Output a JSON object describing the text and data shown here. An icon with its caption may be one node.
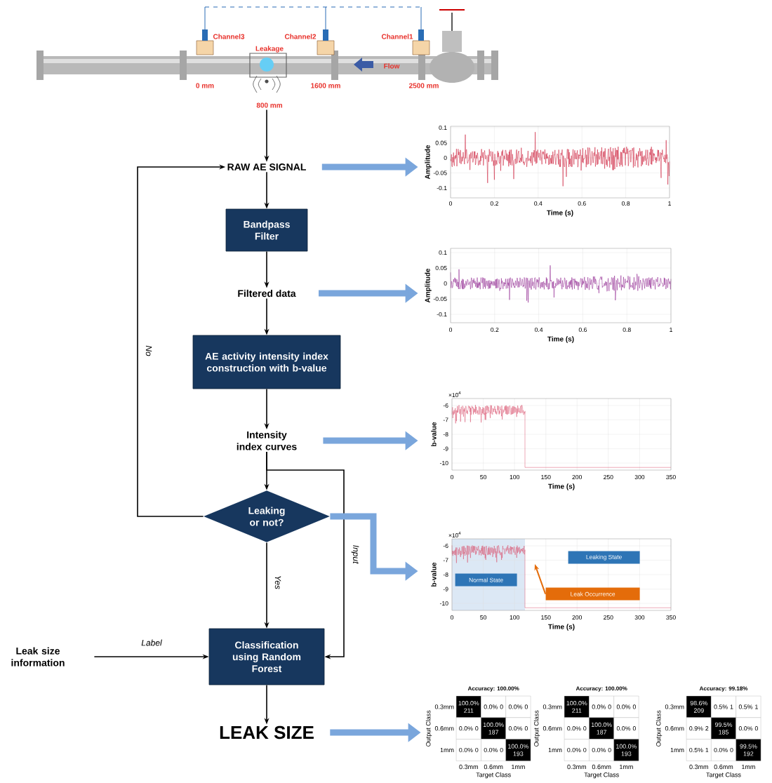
{
  "diagram": {
    "nodes": [
      {
        "text": [],
        "shape": "picture"
      },
      {
        "text": [
          "RAW AE SIGNAL"
        ]
      },
      {
        "text": [
          "Bandpass Filter"
        ]
      },
      {
        "text": [
          "Filtered data"
        ]
      },
      {
        "text": [
          "AE activity intensity index construction with b-value"
        ]
      },
      {
        "text": [
          "Intensity index curves"
        ]
      },
      {
        "text": [
          "Leaking or not?"
        ]
      },
      {
        "text": [
          "Leak size information"
        ]
      },
      {
        "text": [
          "Classification using Random Forest"
        ]
      },
      {
        "text": [
          "LEAK SIZE"
        ]
      },
      {
        "text": [
          "0.1",
          "0.05",
          "0",
          "-0.05",
          "-0.1",
          "0",
          "0.2",
          "0.4",
          "0.6",
          "0.8",
          "1",
          "Amplitude",
          "Time (s)"
        ]
      },
      {
        "text": [
          "0.1",
          "0.05",
          "0",
          "-0.05",
          "-0.1",
          "0",
          "0.2",
          "0.4",
          "0.6",
          "0.8",
          "1",
          "Amplitude",
          "Time (s)"
        ]
      },
      {
        "text": [
          "×10$^{4}$",
          "-6",
          "-7",
          "-8",
          "-9",
          "-10",
          "0",
          "50",
          "100",
          "150",
          "200",
          "250",
          "300",
          "350",
          "b-value",
          "Time (s)"
        ]
      },
      {
        "text": [
          "×10$^{4}$",
          "-6",
          "-7",
          "-8",
          "-9",
          "-10",
          "0",
          "50",
          "100",
          "150",
          "200",
          "250",
          "300",
          "350",
          "b-value",
          "Time (s)"
        ]
      },
      {
        "text": [
          "Normal State"
        ],
        "in": 13
      },
      {
        "text": [
          "Leaking State"
        ],
        "in": 13
      },
      {
        "text": [
          "Leak Occurrence"
        ],
        "in": 13
      },
      {
        "text": [
          "Accuracy: 100.00%",
          "Output Class",
          "0.3mm",
          "100.0% 211",
          "0.0% 0",
          "0.0% 0",
          "0.6mm",
          "0.0% 0",
          "100.0% 187",
          "0.0% 0",
          "1mm",
          "0.0% 0",
          "0.0% 0",
          "100.0% 193",
          "0.3mm",
          "0.6mm",
          "1mm",
          "Target Class"
        ]
      },
      {
        "text": [
          "Accuracy: 100.00%",
          "Output Class",
          "0.3mm",
          "100.0% 211",
          "0.0% 0",
          "0.0% 0",
          "0.6mm",
          "0.0% 0",
          "100.0% 187",
          "0.0% 0",
          "1mm",
          "0.0% 0",
          "0.0% 0",
          "100.0% 193",
          "0.3mm",
          "0.6mm",
          "1mm",
          "Target Class"
        ]
      },
      {
        "text": [
          "Accuracy: 99.18%",
          "Output Class",
          "0.3mm",
          "98.6% 209",
          "0.5% 1",
          "0.5% 1",
          "0.6mm",
          "0.9% 2",
          "99.5% 185",
          "0.0% 0",
          "1mm",
          "0.5% 1",
          "0.0% 0",
          "99.5% 192",
          "0.3mm",
          "0.6mm",
          "1mm",
          "Target Class"
        ]
      }
    ],
    "edges": [
      {
        "from": 0,
        "to": 1,
        "arrow": "to"
      },
      {
        "from": 1,
        "to": 2,
        "arrow": "to"
      },
      {
        "from": 2,
        "to": 3,
        "arrow": "to"
      },
      {
        "from": 3,
        "to": 4,
        "arrow": "to"
      },
      {
        "from": 4,
        "to": 5,
        "arrow": "to"
      },
      {
        "from": 5,
        "to": 6,
        "arrow": "to"
      },
      {
        "from": 6,
        "to": 1,
        "arrow": "to",
        "label": "No"
      },
      {
        "from": 6,
        "to": 8,
        "arrow": "to",
        "label": "Yes"
      },
      {
        "from": 5,
        "to": 8,
        "arrow": "to",
        "label": "Input"
      },
      {
        "from": 7,
        "to": 8,
        "arrow": "to",
        "label": "Label"
      },
      {
        "from": 8,
        "to": 9,
        "arrow": "to"
      },
      {
        "from": 1,
        "to": 10,
        "arrow": "to",
        "style": "thick",
        "color": "#7aa6dc"
      },
      {
        "from": 3,
        "to": 11,
        "arrow": "to",
        "style": "thick",
        "color": "#7aa6dc"
      },
      {
        "from": 5,
        "to": 12,
        "arrow": "to",
        "style": "thick",
        "color": "#7aa6dc"
      },
      {
        "from": 6,
        "to": 13,
        "arrow": "to",
        "style": "thick",
        "color": "#7aa6dc"
      },
      {
        "from": 9,
        "to": 17,
        "arrow": "to",
        "style": "thick",
        "color": "#7aa6dc"
      },
      {
        "from": 16,
        "to": null,
        "arrow": "to",
        "color": "#e46c0a"
      }
    ],
    "labels": [
      "Channel3",
      "Channel2",
      "Channel1",
      "Leakage",
      "Flow",
      "0 mm",
      "1600 mm",
      "2500 mm",
      "800 mm"
    ]
  }
}
